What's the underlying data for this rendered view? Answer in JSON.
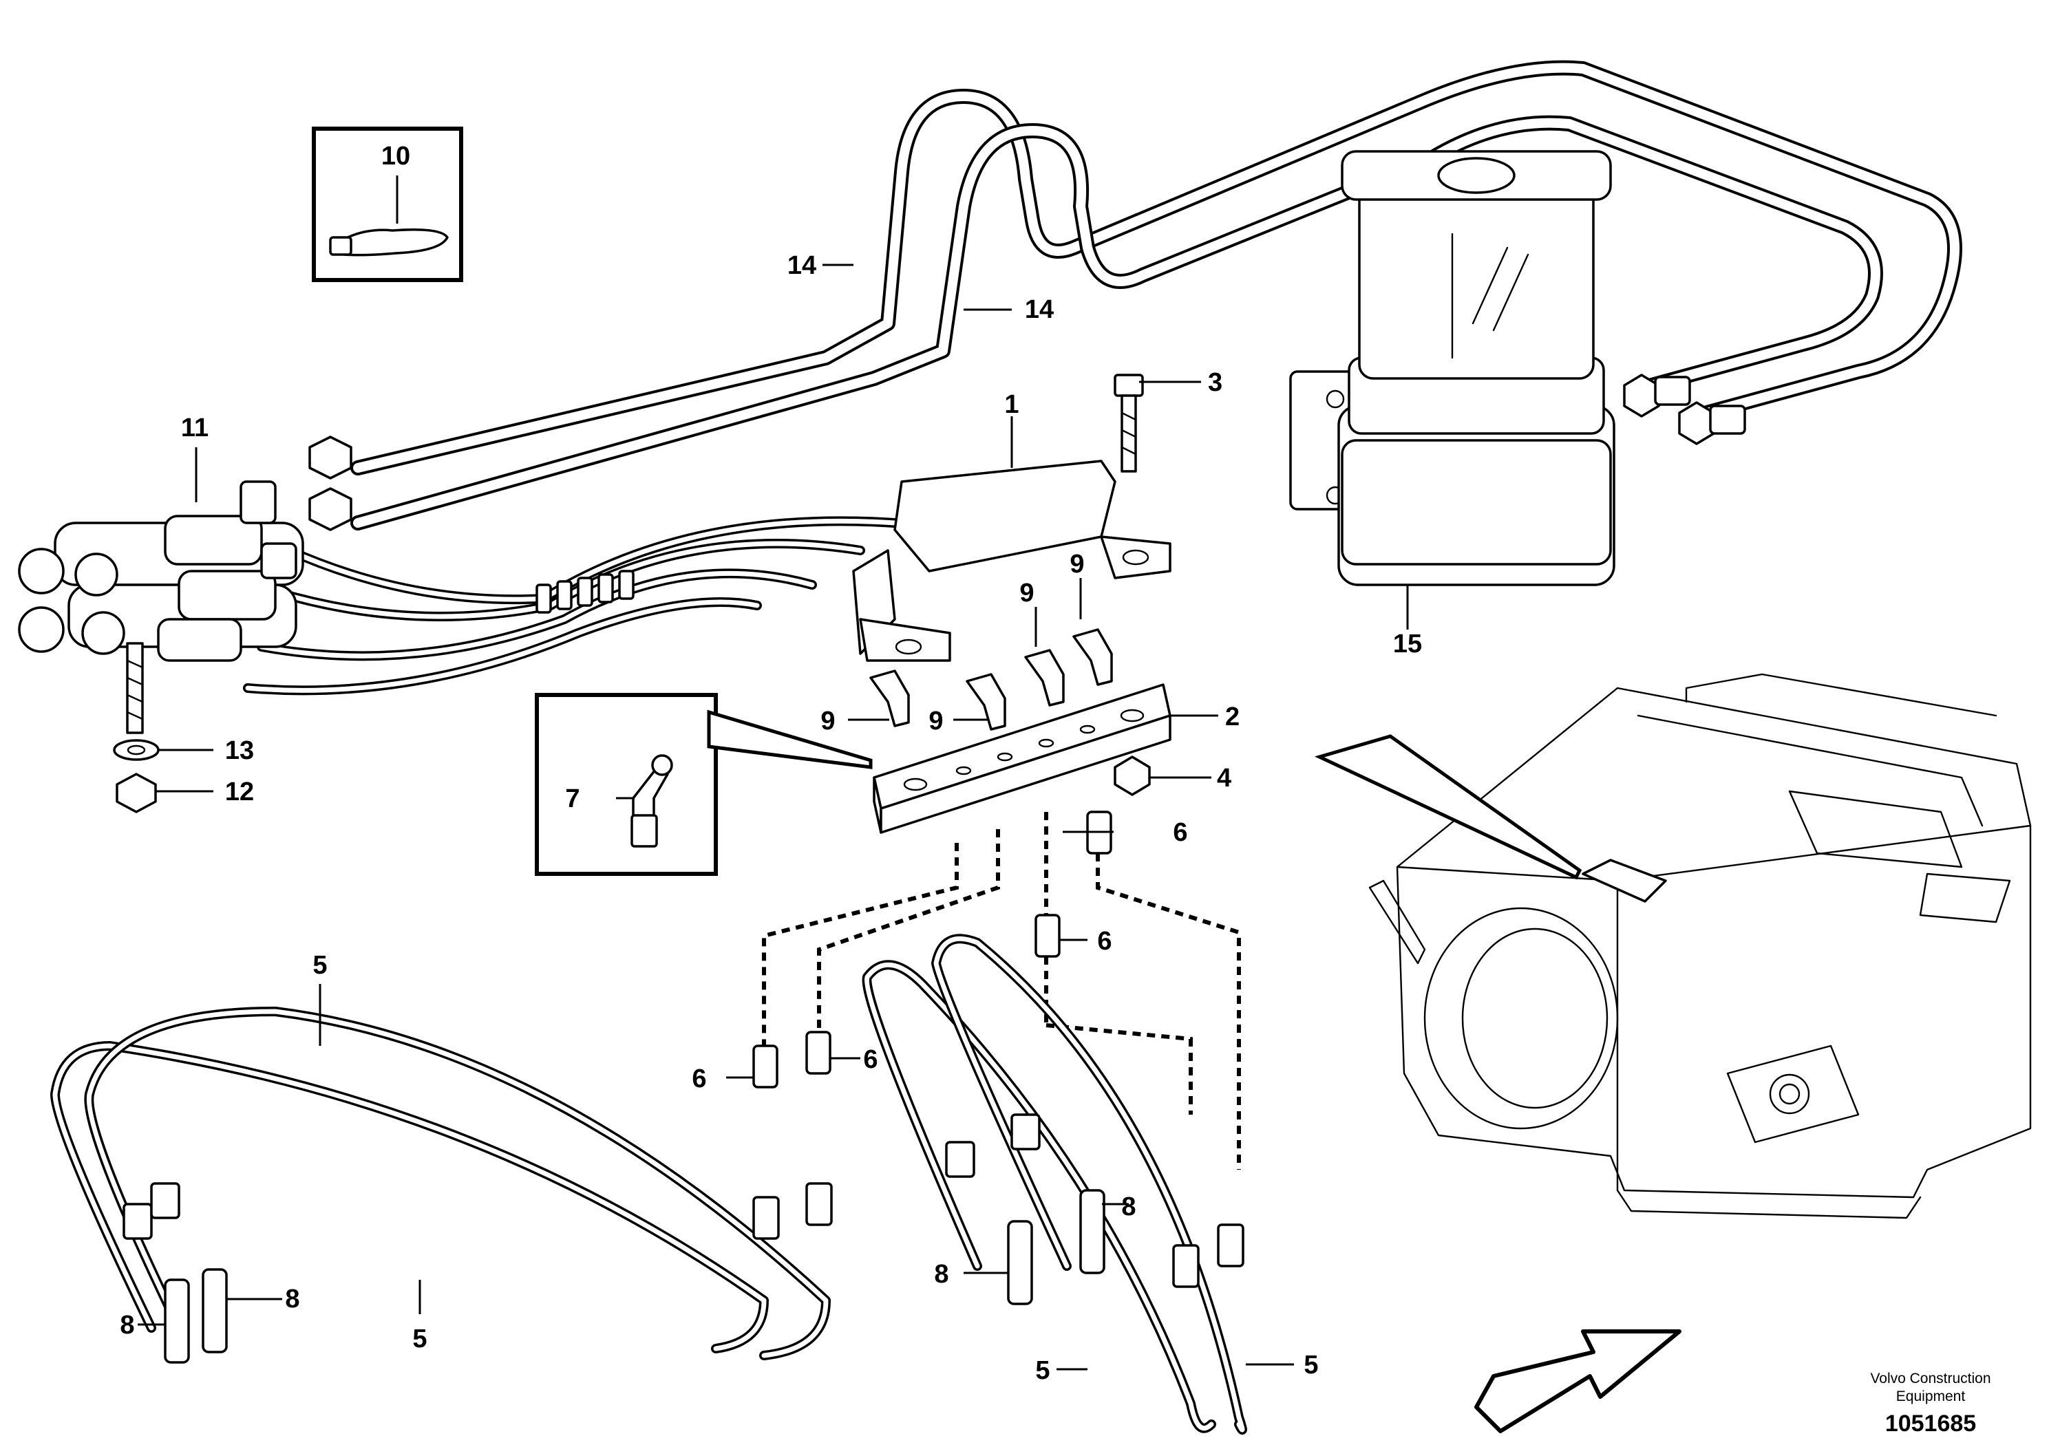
{
  "callouts": {
    "c1": "1",
    "c2": "2",
    "c3": "3",
    "c4": "4",
    "c5a": "5",
    "c5b": "5",
    "c5c": "5",
    "c5d": "5",
    "c6a": "6",
    "c6b": "6",
    "c6c": "6",
    "c6d": "6",
    "c7": "7",
    "c8a": "8",
    "c8b": "8",
    "c8c": "8",
    "c8d": "8",
    "c9a": "9",
    "c9b": "9",
    "c9c": "9",
    "c9d": "9",
    "c10": "10",
    "c11": "11",
    "c12": "12",
    "c13": "13",
    "c14a": "14",
    "c14b": "14",
    "c15": "15"
  },
  "footer": {
    "brand_line1": "Volvo Construction",
    "brand_line2": "Equipment",
    "doc_number": "1051685"
  }
}
